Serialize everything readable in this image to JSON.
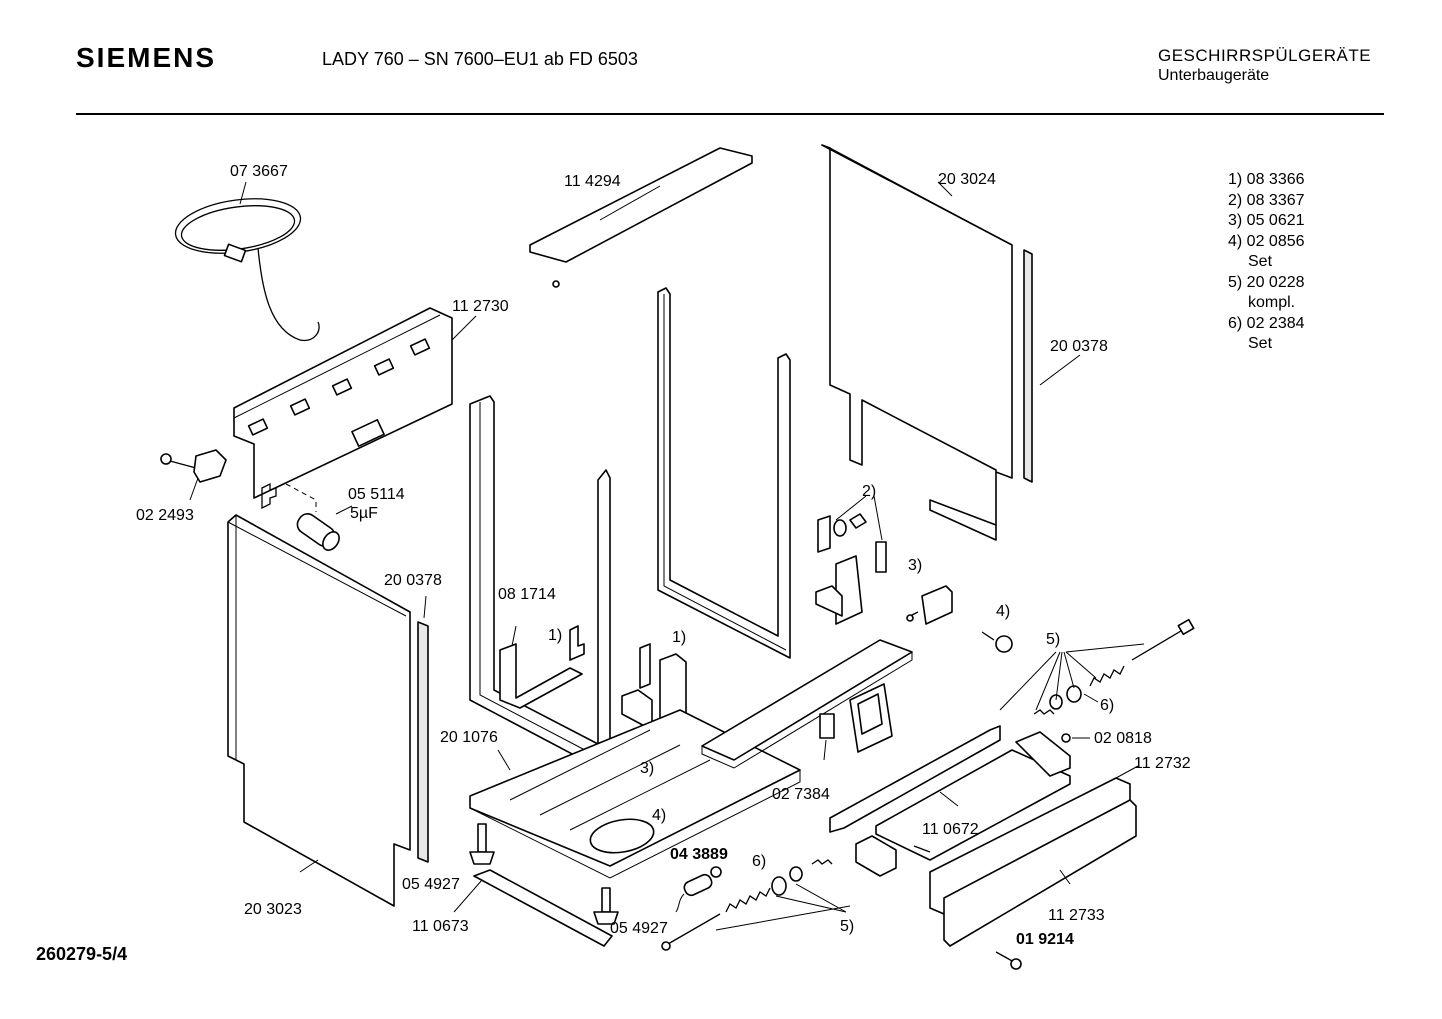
{
  "header": {
    "brand": "SIEMENS",
    "model": "LADY 760  –  SN 7600–EU1  ab FD 6503",
    "category": "GESCHIRRSPÜLGERÄTE",
    "subcategory": "Unterbaugeräte"
  },
  "legend": [
    {
      "text": "1) 08 3366"
    },
    {
      "text": "2) 08 3367"
    },
    {
      "text": "3) 05 0621"
    },
    {
      "text": "4) 02 0856"
    },
    {
      "text": "Set",
      "note": true
    },
    {
      "text": "5) 20 0228"
    },
    {
      "text": "kompl.",
      "note": true
    },
    {
      "text": "6) 02 2384"
    },
    {
      "text": "Set",
      "note": true
    }
  ],
  "parts": {
    "p073667": "07 3667",
    "p114294": "11 4294",
    "p203024": "20 3024",
    "p200378a": "20 0378",
    "p112730": "11 2730",
    "p022493": "02 2493",
    "p055114": "05 5114",
    "p5uF": "5µF",
    "p200378b": "20 0378",
    "p081714": "08 1714",
    "p201076": "20 1076",
    "p203023": "20 3023",
    "p054927a": "05 4927",
    "p110673": "11 0673",
    "p054927b": "05 4927",
    "p043889": "04 3889",
    "p027384": "02 7384",
    "p110672": "11 0672",
    "p112732": "11 2732",
    "p112733": "11 2733",
    "p019214": "01 9214",
    "p020818": "02 0818",
    "c1a": "1)",
    "c1b": "1)",
    "c2": "2)",
    "c3a": "3)",
    "c3b": "3)",
    "c4a": "4)",
    "c4b": "4)",
    "c5a": "5)",
    "c5b": "5)",
    "c6a": "6)",
    "c6b": "6)"
  },
  "footer": {
    "doc_number": "260279-5/4"
  }
}
